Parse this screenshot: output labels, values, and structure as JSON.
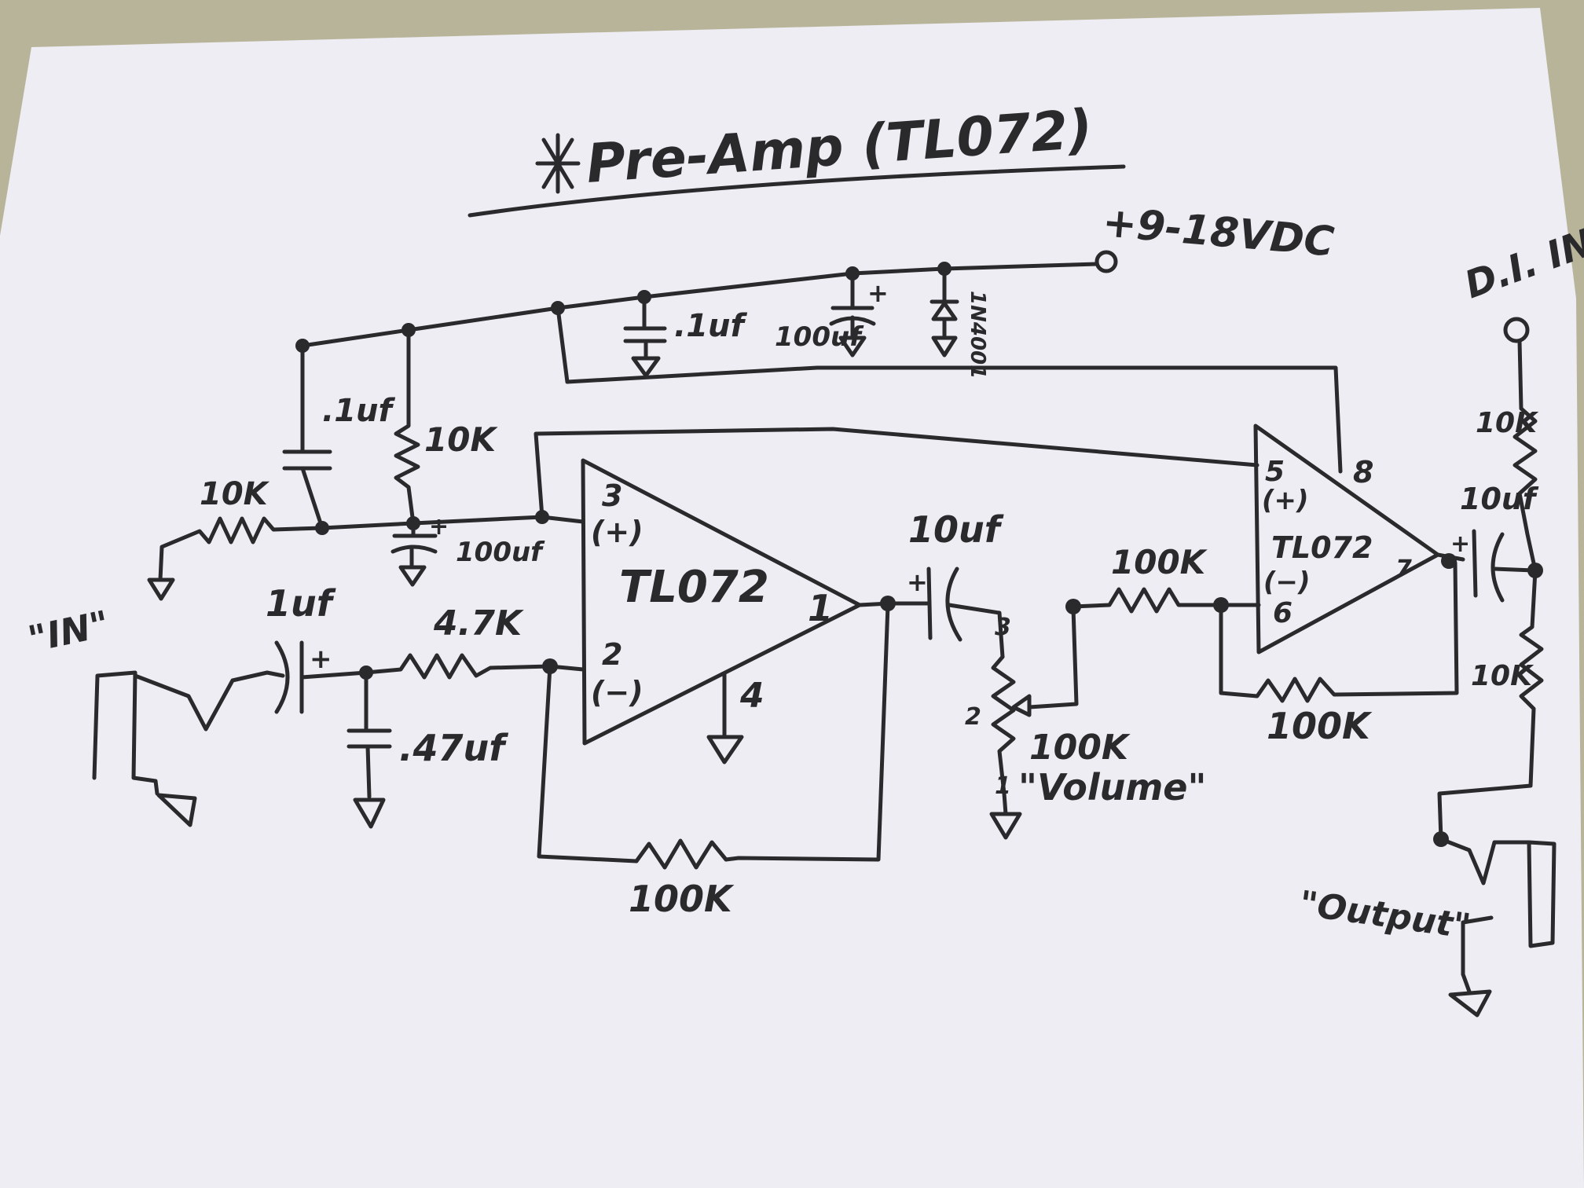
{
  "title": "Pre-Amp (TL072)",
  "supply": {
    "label": "+9-18VDC"
  },
  "colors": {
    "paper": "#eeedf3",
    "ink": "#2a2a2c",
    "background": "#b8b49a"
  },
  "labels": {
    "in_jack": "\"IN\"",
    "output_jack": "\"Output\"",
    "di_in": "D.I. IN",
    "opamp_a": "TL072",
    "opamp_b": "TL072",
    "pin1": "1",
    "pin2": "2",
    "pin3": "3",
    "pin4": "4",
    "pin5": "5",
    "pin6": "6",
    "pin7": "7",
    "pin8": "8",
    "plus_a": "(+)",
    "minus_a": "(−)",
    "plus_b": "(+)",
    "minus_b": "(−)",
    "r_in": "10K",
    "c_bias": ".1uf",
    "r_bias": "10K",
    "c_bias_elec": "100uf",
    "c_in": "1uf",
    "r_in_series": "4.7K",
    "c_filter": ".47uf",
    "r_feedback_a": "100K",
    "c_coupling": "10uf",
    "pot_value": "100K",
    "pot_name": "\"Volume\"",
    "pot_pin3": "3",
    "pot_pin2": "2",
    "pot_pin1": "1",
    "r_mid": "100K",
    "r_feedback_b": "100K",
    "c_supply_small": ".1uf",
    "c_supply_big": "100uf",
    "diode": "1N4001",
    "r_di_top": "10K",
    "c_di": "10uf",
    "r_di_bottom": "10K"
  },
  "icons": [
    "ground-icon",
    "capacitor-icon",
    "resistor-icon",
    "diode-icon",
    "opamp-icon",
    "jack-icon",
    "terminal-icon",
    "asterisk-icon"
  ]
}
